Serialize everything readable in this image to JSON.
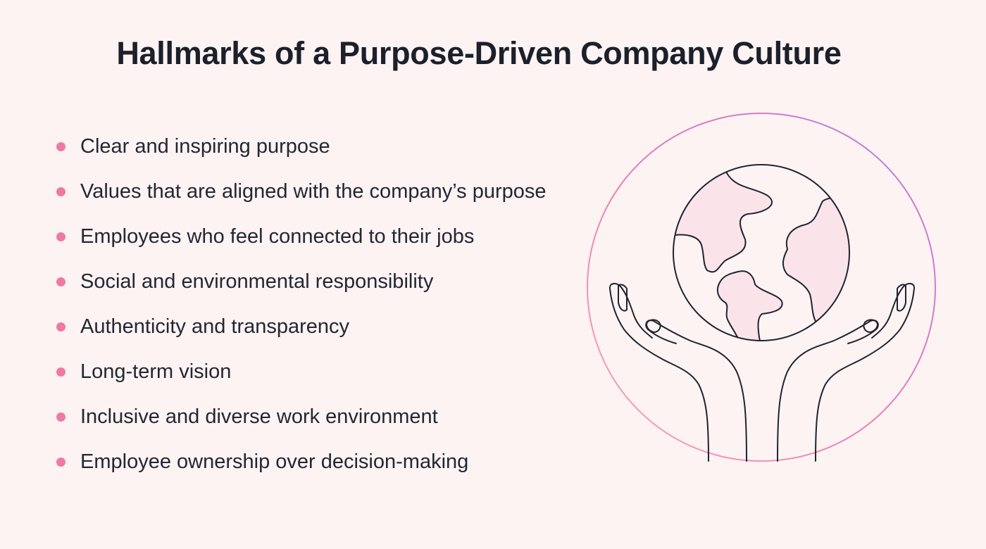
{
  "title": "Hallmarks of a Purpose-Driven Company Culture",
  "items": [
    "Clear and inspiring purpose",
    "Values that are aligned with the company’s purpose",
    "Employees who feel connected to their jobs",
    "Social and environmental responsibility",
    "Authenticity and transparency",
    "Long-term vision",
    "Inclusive and diverse work environment",
    "Employee ownership over decision-making"
  ],
  "colors": {
    "background": "#fdf3f3",
    "bullet": "#ef7aa1",
    "continent_fill": "#fbe3ea",
    "line": "#1f2430",
    "circle_gradient_start": "#f29ab6",
    "circle_gradient_end": "#b57de0"
  },
  "illustration": {
    "icon": "hands-holding-globe-icon"
  }
}
